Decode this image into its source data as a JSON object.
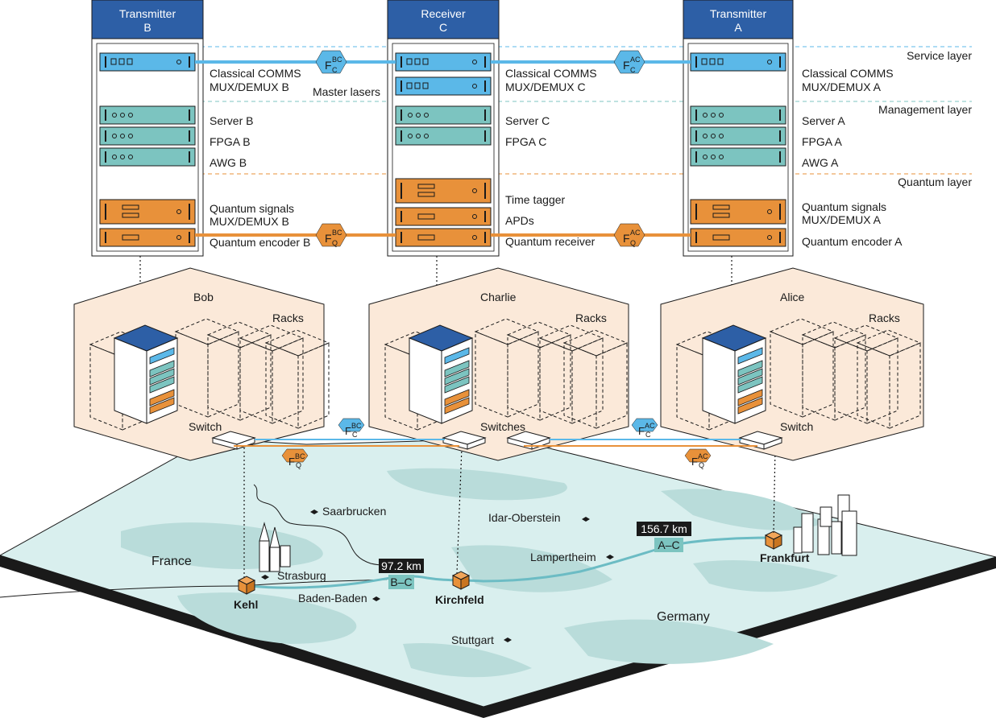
{
  "racks": {
    "b": {
      "title1": "Transmitter",
      "title2": "B",
      "comms1": "Classical COMMS",
      "comms2": "MUX/DEMUX B",
      "server": "Server B",
      "fpga": "FPGA B",
      "awg": "AWG B",
      "qsig1": "Quantum signals",
      "qsig2": "MUX/DEMUX B",
      "qenc": "Quantum encoder B"
    },
    "c": {
      "title1": "Receiver",
      "title2": "C",
      "comms1": "Classical COMMS",
      "comms2": "MUX/DEMUX C",
      "master": "Master lasers",
      "server": "Server C",
      "fpga": "FPGA C",
      "tagger": "Time tagger",
      "apds": "APDs",
      "qrec": "Quantum receiver"
    },
    "a": {
      "title1": "Transmitter",
      "title2": "A",
      "comms1": "Classical COMMS",
      "comms2": "MUX/DEMUX A",
      "server": "Server A",
      "fpga": "FPGA A",
      "awg": "AWG A",
      "qsig1": "Quantum signals",
      "qsig2": "MUX/DEMUX A",
      "qenc": "Quantum encoder A"
    }
  },
  "layers": {
    "service": "Service layer",
    "management": "Management layer",
    "quantum": "Quantum layer"
  },
  "links": {
    "f": "F",
    "bc": "BC",
    "ac": "AC",
    "c": "C",
    "q": "Q"
  },
  "sites": {
    "bob": {
      "name": "Bob",
      "racks": "Racks",
      "switch": "Switch"
    },
    "charlie": {
      "name": "Charlie",
      "racks": "Racks",
      "switch": "Switches"
    },
    "alice": {
      "name": "Alice",
      "racks": "Racks",
      "switch": "Switch"
    }
  },
  "map": {
    "france": "France",
    "germany": "Germany",
    "saarbrucken": "Saarbrucken",
    "strasburg": "Strasburg",
    "baden": "Baden-Baden",
    "stuttgart": "Stuttgart",
    "idar": "Idar-Oberstein",
    "lampertheim": "Lampertheim",
    "kehl": "Kehl",
    "kirchfeld": "Kirchfeld",
    "frankfurt": "Frankfurt",
    "dist_bc": "97.2 km",
    "seg_bc": "B–C",
    "dist_ac": "156.7 km",
    "seg_ac": "A–C"
  },
  "colors": {
    "blue_header": "#2d5fa6",
    "blue_light": "#5bb8e8",
    "teal": "#7cc4c0",
    "orange": "#e8913a",
    "map": "#d9efee",
    "map_dark": "#b9dcda",
    "hex_fill": "#fbe9d9"
  }
}
